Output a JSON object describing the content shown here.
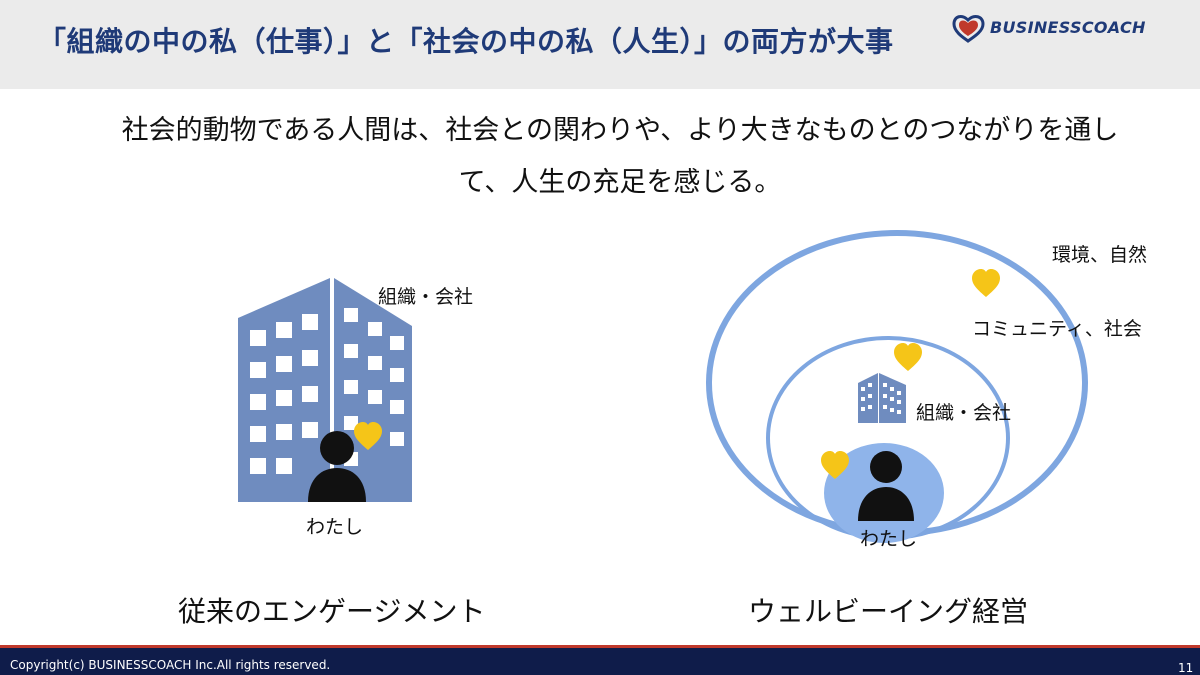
{
  "header": {
    "title": "「組織の中の私（仕事）」と「社会の中の私（人生）」の両方が大事",
    "logo_text": "BUSINESSCOACH"
  },
  "lead": {
    "line1": "社会的動物である人間は、社会との関わりや、より大きなものとのつながりを通し",
    "line2": "て、人生の充足を感じる。"
  },
  "left_diagram": {
    "org_label": "組織・会社",
    "me_label": "わたし",
    "caption": "従来のエンゲージメント"
  },
  "right_diagram": {
    "outer_label": "環境、自然",
    "community_label": "コミュニティ、社会",
    "org_label": "組織・会社",
    "me_label": "わたし",
    "caption": "ウェルビーイング経営"
  },
  "footer": {
    "copyright": "Copyright(c) BUSINESSCOACH Inc.All rights reserved.",
    "page_number": "11"
  },
  "colors": {
    "title": "#1f3a78",
    "building": "#6f8cbf",
    "circle_stroke": "#7ea6e0",
    "inner_fill": "#8fb4ea",
    "heart": "#f5c518",
    "footer_bg": "#0f1c4a",
    "accent_line": "#c0392b"
  },
  "icons": [
    "building-icon",
    "person-icon",
    "heart-icon",
    "logo-mark-icon"
  ]
}
